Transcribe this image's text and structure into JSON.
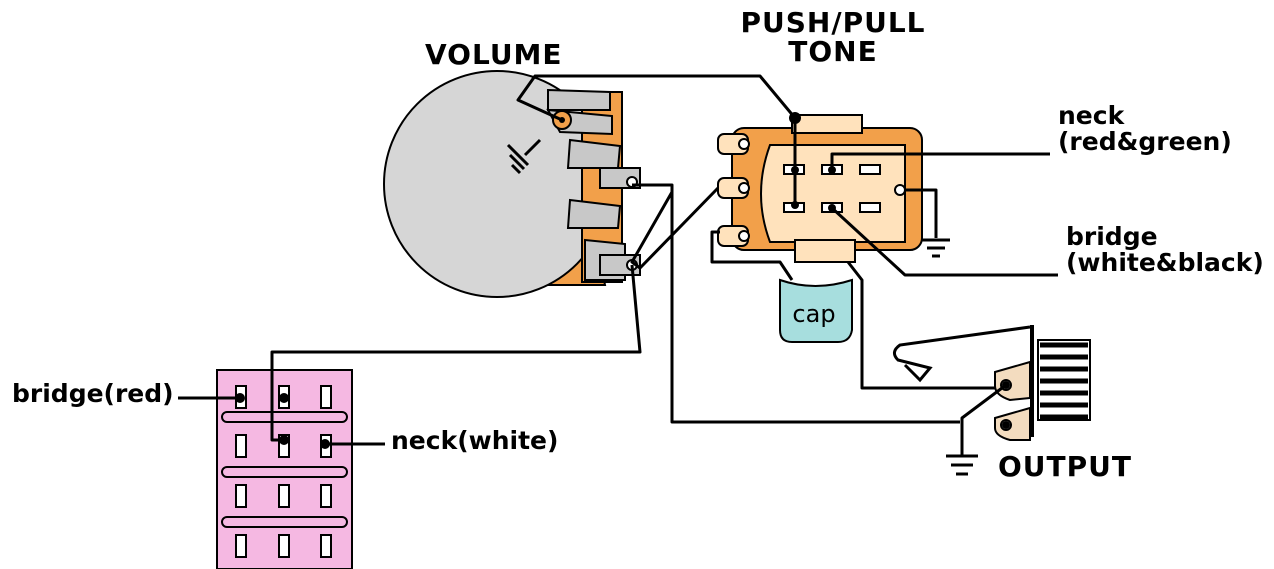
{
  "labels": {
    "volume": "VOLUME",
    "push_pull_line1": "PUSH/PULL",
    "push_pull_line2": "TONE",
    "neck_line1": "neck",
    "neck_line2": "(red&green)",
    "bridge_line1": "bridge",
    "bridge_line2": "(white&black)",
    "cap": "cap",
    "output": "OUTPUT",
    "bridge_red": "bridge(red)",
    "neck_white": "neck(white)"
  },
  "colors": {
    "pot_body": "#d6d6d6",
    "switch_body": "#f2a04a",
    "switch_plate": "#ffe2bc",
    "cap_fill": "#a7dede",
    "pickup_fill": "#f5b8e2",
    "jack_tab": "#f3dcbf",
    "wire": "#000000"
  }
}
